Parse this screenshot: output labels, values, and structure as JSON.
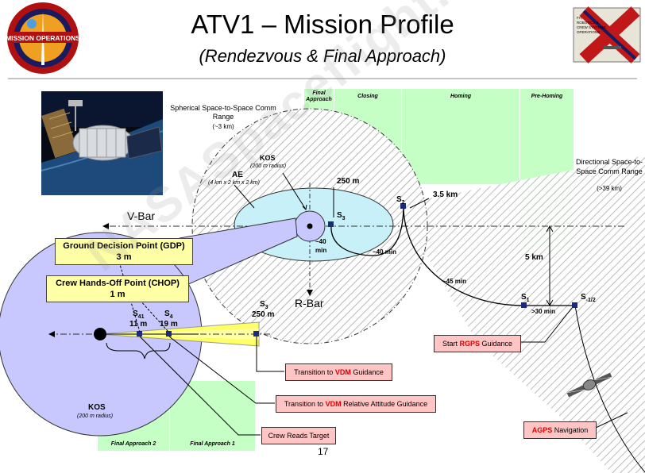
{
  "title": "ATV1 – Mission Profile",
  "subtitle": "(Rendezvous & Final Approach)",
  "page_number": "17",
  "watermark": "NASASpaceflight.com",
  "logos": {
    "left": "mission-operations-patch",
    "right": "expedition-x-patch"
  },
  "zones": {
    "final_approach": "Final Approach",
    "closing": "Closing",
    "homing": "Homing",
    "pre_homing": "Pre-Homing",
    "final_approach_2": "Final Approach 2",
    "final_approach_1": "Final Approach 1"
  },
  "ranges": {
    "spherical": "Spherical Space-to-Space Comm Range",
    "spherical_sub": "(~3 km)",
    "directional": "Directional Space-to-Space Comm Range",
    "directional_sub": "(>39 km)"
  },
  "labels": {
    "kos": "KOS",
    "kos_sub": "(200 m radius)",
    "ae": "AE",
    "ae_sub": "(4 km x 2 km x 2 km)",
    "vbar": "V-Bar",
    "rbar": "R-Bar",
    "d250": "250 m",
    "d3_5": "3.5 km",
    "d5": "5 km",
    "s3": "S",
    "s3_sub": "3",
    "s2": "S",
    "s2_sub": "2",
    "s1": "S",
    "s1_sub": "1",
    "sm12": "S",
    "sm12_sub": "-1/2",
    "s41": "S",
    "s41_sub": "41",
    "s4": "S",
    "s4_sub": "4",
    "m11": "11 m",
    "m19": "19 m",
    "s3b_dist": "250 m",
    "t40a_1": "~40",
    "t40a_2": "min",
    "t40b": "~40 min",
    "t45": "~45 min",
    "t30": ">30 min",
    "kos_big": "KOS",
    "kos_big_sub": "(200 m radius)"
  },
  "callouts": {
    "gdp_1": "Ground Decision Point (GDP)",
    "gdp_2": "3 m",
    "chop_1": "Crew Hands-Off Point (CHOP)",
    "chop_2": "1 m"
  },
  "events": {
    "rgps_pre": "Start ",
    "rgps_hl": "RGPS",
    "rgps_post": " Guidance",
    "vdm1_pre": "Transition to ",
    "vdm1_hl": "VDM",
    "vdm1_post": " Guidance",
    "vdm2_pre": "Transition to ",
    "vdm2_hl": "VDM",
    "vdm2_post": " Relative Attitude Guidance",
    "crew": "Crew Reads Target",
    "agps_hl": "AGPS",
    "agps_post": " Navigation"
  },
  "colors": {
    "green_zone": "#c6ffc6",
    "ellipse_fill": "#c8f0f8",
    "lavender": "#c8c8ff",
    "yellow_box": "#ffffa6",
    "pink_box": "#ffc4c4",
    "highlight_red": "#e00000",
    "marker": "#1a2a80"
  }
}
